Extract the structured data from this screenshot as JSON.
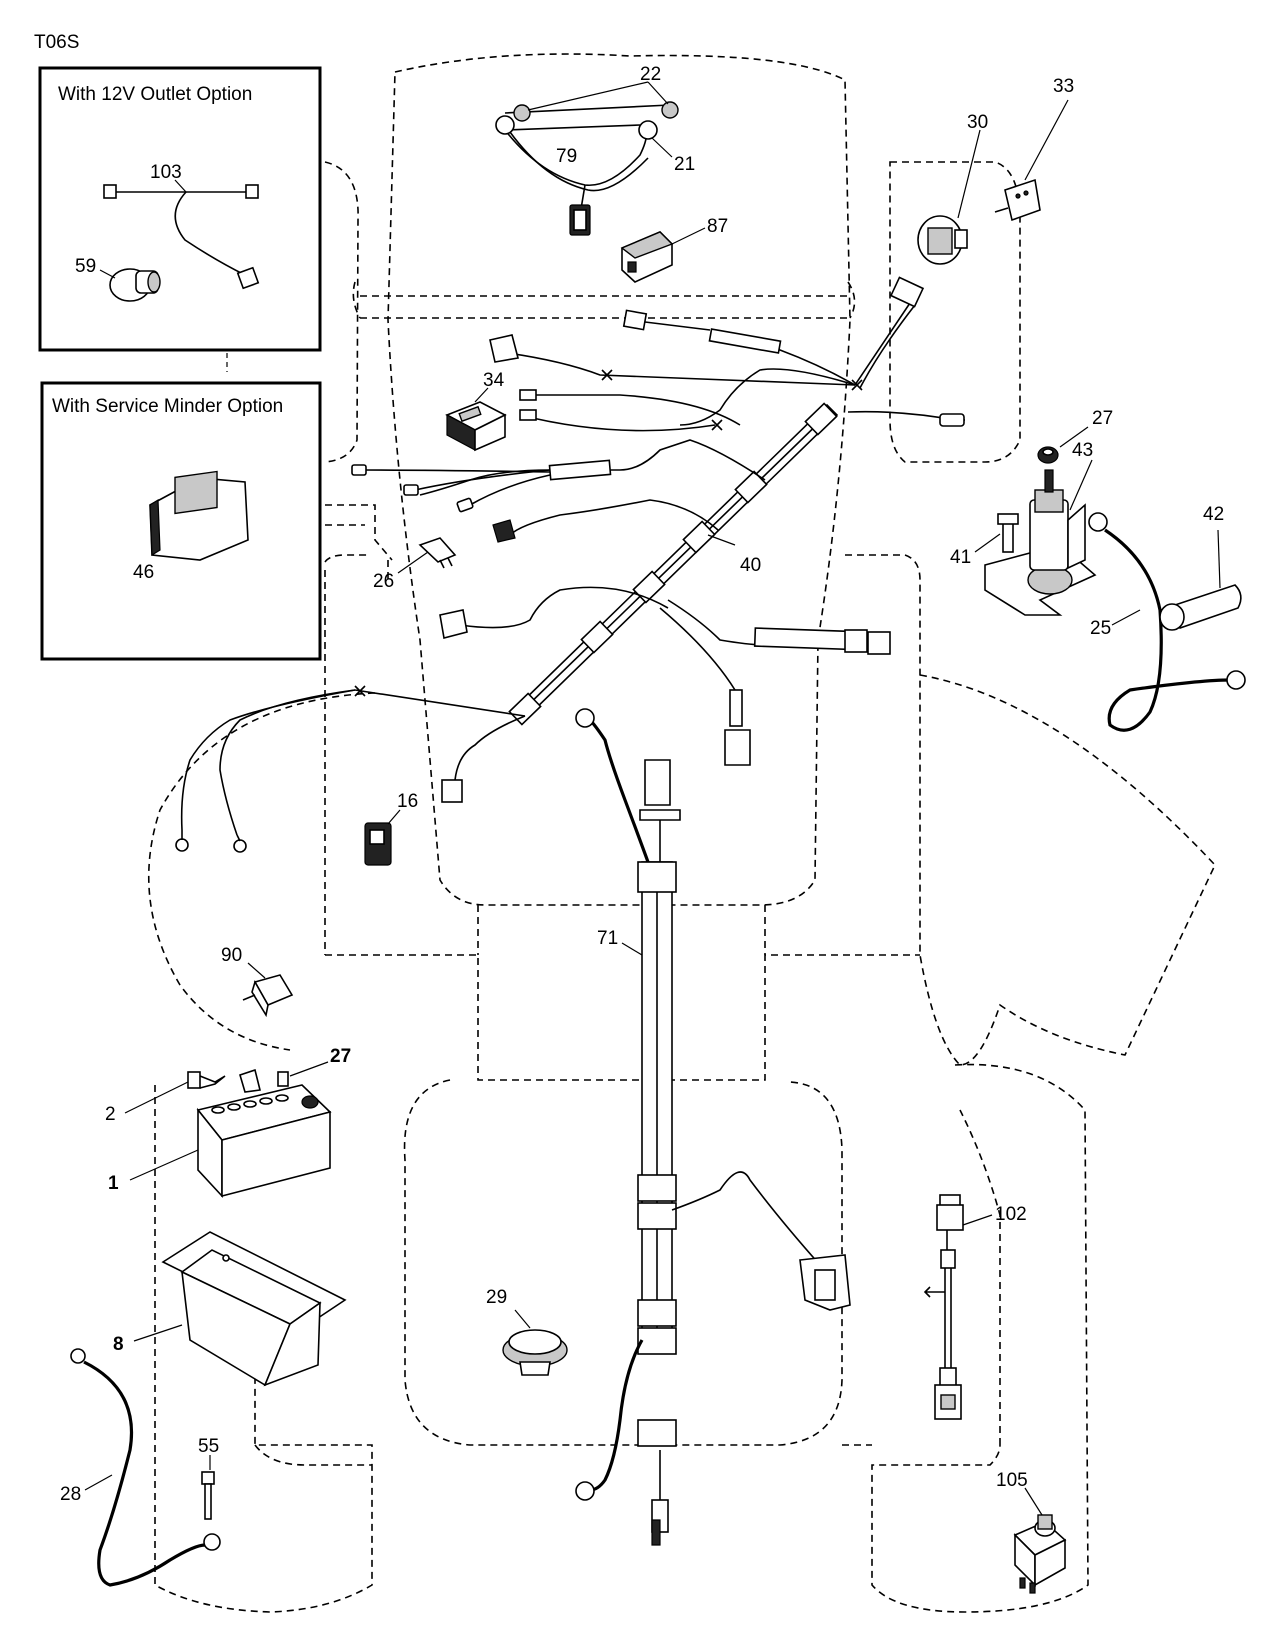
{
  "diagram_code": "T06S",
  "option_boxes": {
    "outlet": {
      "title": "With 12V Outlet Option"
    },
    "minder": {
      "title": "With Service Minder Option"
    }
  },
  "callouts": {
    "c1": "1",
    "c2": "2",
    "c8": "8",
    "c16": "16",
    "c21": "21",
    "c22": "22",
    "c25": "25",
    "c26": "26",
    "c27a": "27",
    "c27b": "27",
    "c28": "28",
    "c29": "29",
    "c30": "30",
    "c33": "33",
    "c34": "34",
    "c40": "40",
    "c41": "41",
    "c42": "42",
    "c43": "43",
    "c46": "46",
    "c55": "55",
    "c59": "59",
    "c71": "71",
    "c79": "79",
    "c87": "87",
    "c90": "90",
    "c102": "102",
    "c103": "103",
    "c105": "105"
  }
}
